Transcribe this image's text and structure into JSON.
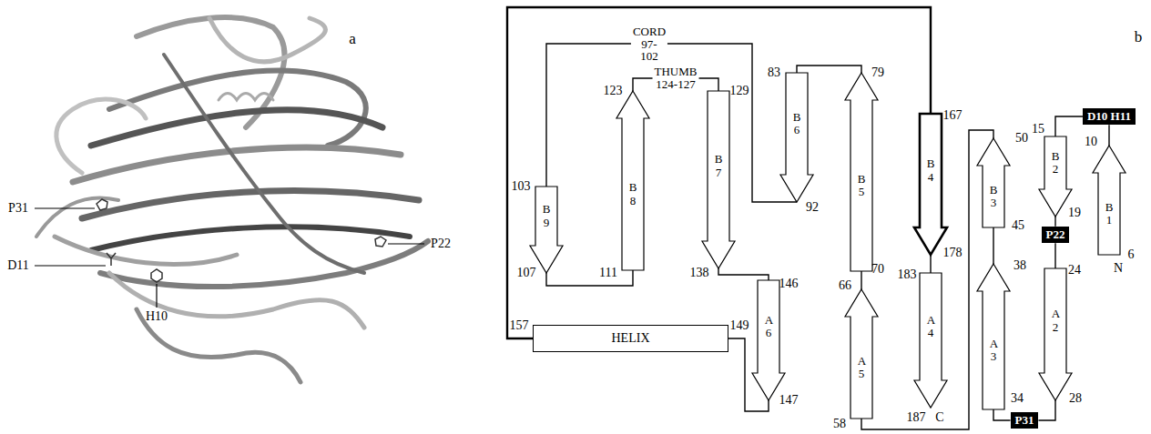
{
  "diagram": {
    "nodes": [
      {
        "text": [
          "B 9"
        ]
      },
      {
        "text": [
          "B 8"
        ]
      },
      {
        "text": [
          "B 7"
        ]
      },
      {
        "text": [
          "B 6"
        ]
      },
      {
        "text": [
          "B 5"
        ]
      },
      {
        "text": [
          "B 4"
        ]
      },
      {
        "text": [
          "B 3"
        ]
      },
      {
        "text": [
          "B 2"
        ]
      },
      {
        "text": [
          "B 1"
        ]
      },
      {
        "text": [
          "D10 H11"
        ]
      },
      {
        "text": [
          "HELIX"
        ]
      },
      {
        "text": [
          "A 6"
        ]
      },
      {
        "text": [
          "A 5"
        ]
      },
      {
        "text": [
          "A 4"
        ]
      },
      {
        "text": [
          "A 3"
        ]
      },
      {
        "text": [
          "P22"
        ]
      },
      {
        "text": [
          "A 2"
        ]
      },
      {
        "text": [
          "P31"
        ]
      }
    ],
    "edges": [
      {
        "from": 8,
        "to": 9,
        "arrow": "none"
      },
      {
        "from": 9,
        "to": 7,
        "arrow": "none"
      },
      {
        "from": 7,
        "to": 15,
        "arrow": "none"
      },
      {
        "from": 15,
        "to": 16,
        "arrow": "none"
      },
      {
        "from": 16,
        "to": 17,
        "arrow": "none"
      },
      {
        "from": 17,
        "to": 14,
        "arrow": "none"
      },
      {
        "from": 14,
        "to": 6,
        "arrow": "none"
      },
      {
        "from": 6,
        "to": 12,
        "arrow": "none"
      },
      {
        "from": 12,
        "to": 4,
        "arrow": "none"
      },
      {
        "from": 4,
        "to": 3,
        "arrow": "none"
      },
      {
        "from": 3,
        "to": 0,
        "label": "CORD 97-102",
        "arrow": "none"
      },
      {
        "from": 0,
        "to": 1,
        "arrow": "none"
      },
      {
        "from": 1,
        "to": 2,
        "label": "THUMB 124-127",
        "arrow": "none"
      },
      {
        "from": 2,
        "to": 11,
        "arrow": "none"
      },
      {
        "from": 11,
        "to": 10,
        "arrow": "none"
      },
      {
        "from": 10,
        "to": 5,
        "arrow": "none"
      },
      {
        "from": 5,
        "to": 13,
        "arrow": "none"
      }
    ],
    "labels": [
      "a",
      "b",
      "P31",
      "P22",
      "D11",
      "H10",
      "103",
      "107",
      "111",
      "123",
      "129",
      "138",
      "83",
      "92",
      "79",
      "70",
      "66",
      "58",
      "146",
      "147",
      "149",
      "157",
      "167",
      "178",
      "183",
      "187",
      "C",
      "50",
      "45",
      "38",
      "34",
      "15",
      "19",
      "24",
      "28",
      "10",
      "6",
      "N"
    ]
  }
}
